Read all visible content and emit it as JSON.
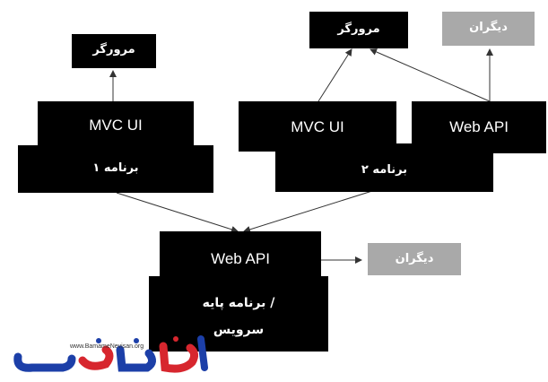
{
  "app1": {
    "browser_label": "مرورگر",
    "mvc_label": "MVC UI",
    "app_label": "برنامه ۱"
  },
  "app2": {
    "browser_label": "مرورگر",
    "other_label": "دیگران",
    "mvc_label": "MVC UI",
    "webapi_label": "Web API",
    "app_label": "برنامه ۲"
  },
  "base": {
    "webapi_label": "Web API",
    "app_label_line1": "برنامه پایه /",
    "app_label_line2": "سرویس",
    "other_label": "دیگران"
  },
  "watermark": {
    "url": "www.BamameNevisan.org",
    "colors": {
      "blue": "#1c3fa8",
      "red": "#d7262e"
    }
  }
}
